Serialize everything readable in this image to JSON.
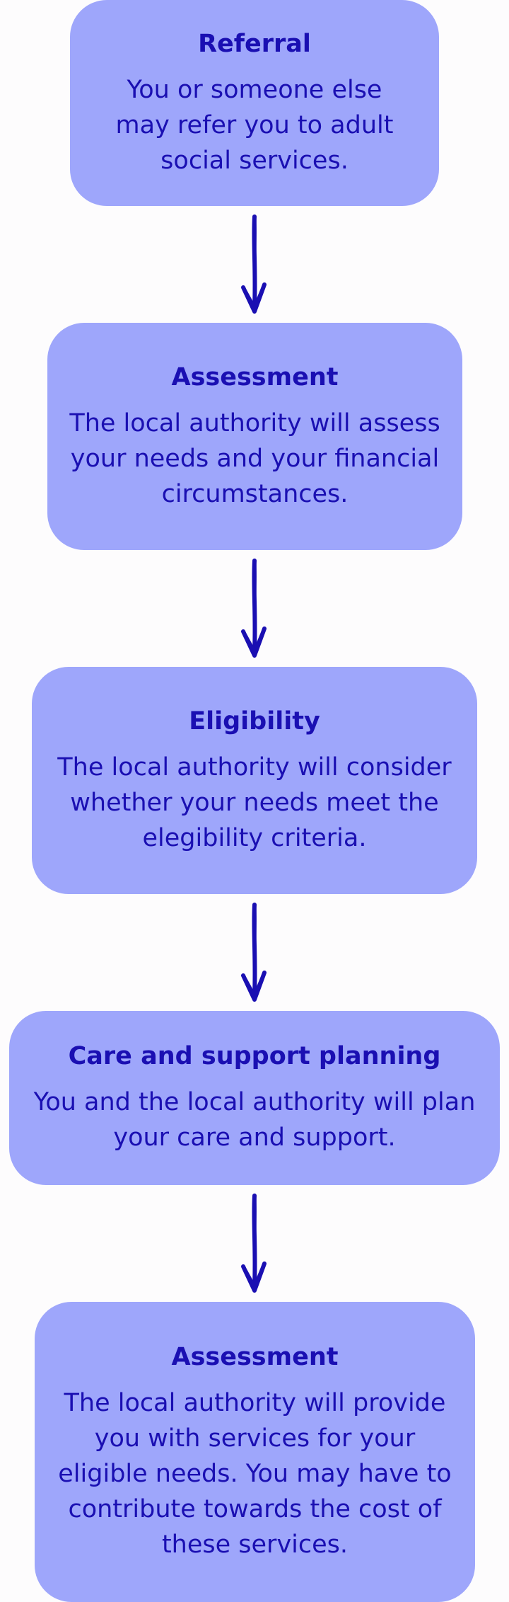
{
  "colors": {
    "box_fill": "#9ea6fb",
    "text": "#1a0fb2",
    "arrow": "#1a0fb2",
    "background": "#fdfcfd"
  },
  "steps": [
    {
      "title": "Referral",
      "text": "You or someone else may refer you to adult social services."
    },
    {
      "title": "Assessment",
      "text": "The local authority will assess your needs and your financial circumstances."
    },
    {
      "title": "Eligibility",
      "text": "The local authority will consider whether your needs meet the elegibility criteria."
    },
    {
      "title": "Care and support planning",
      "text": "You and the local authority will plan your care and support."
    },
    {
      "title": "Assessment",
      "text": "The local authority will provide you with services for your eligible needs. You may have to contribute towards the cost of these services."
    }
  ],
  "connectors": [
    {
      "from": "Referral",
      "to": "Assessment",
      "icon": "down-arrow-icon"
    },
    {
      "from": "Assessment",
      "to": "Eligibility",
      "icon": "down-arrow-icon"
    },
    {
      "from": "Eligibility",
      "to": "Care and support planning",
      "icon": "down-arrow-icon"
    },
    {
      "from": "Care and support planning",
      "to": "Assessment",
      "icon": "down-arrow-icon"
    }
  ]
}
